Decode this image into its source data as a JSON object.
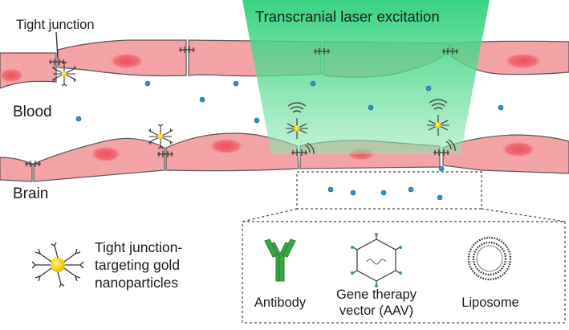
{
  "labels": {
    "tight_junction": "Tight junction",
    "laser": "Transcranial laser excitation",
    "blood": "Blood",
    "brain": "Brain"
  },
  "legend": {
    "nanoparticle_l1": "Tight junction-",
    "nanoparticle_l2": "targeting gold",
    "nanoparticle_l3": "nanoparticles"
  },
  "cargo": {
    "antibody": "Antibody",
    "vector_l1": "Gene therapy",
    "vector_l2": "vector (AAV)",
    "liposome": "Liposome"
  },
  "colors": {
    "cell_fill": "#f4a3a6",
    "nucleus": "#ee5a62",
    "laser_green": "#33d27e",
    "molecule_blue": "#2f90cf",
    "antibody_green": "#3aa643",
    "gold_core": "#f5cf1f"
  }
}
